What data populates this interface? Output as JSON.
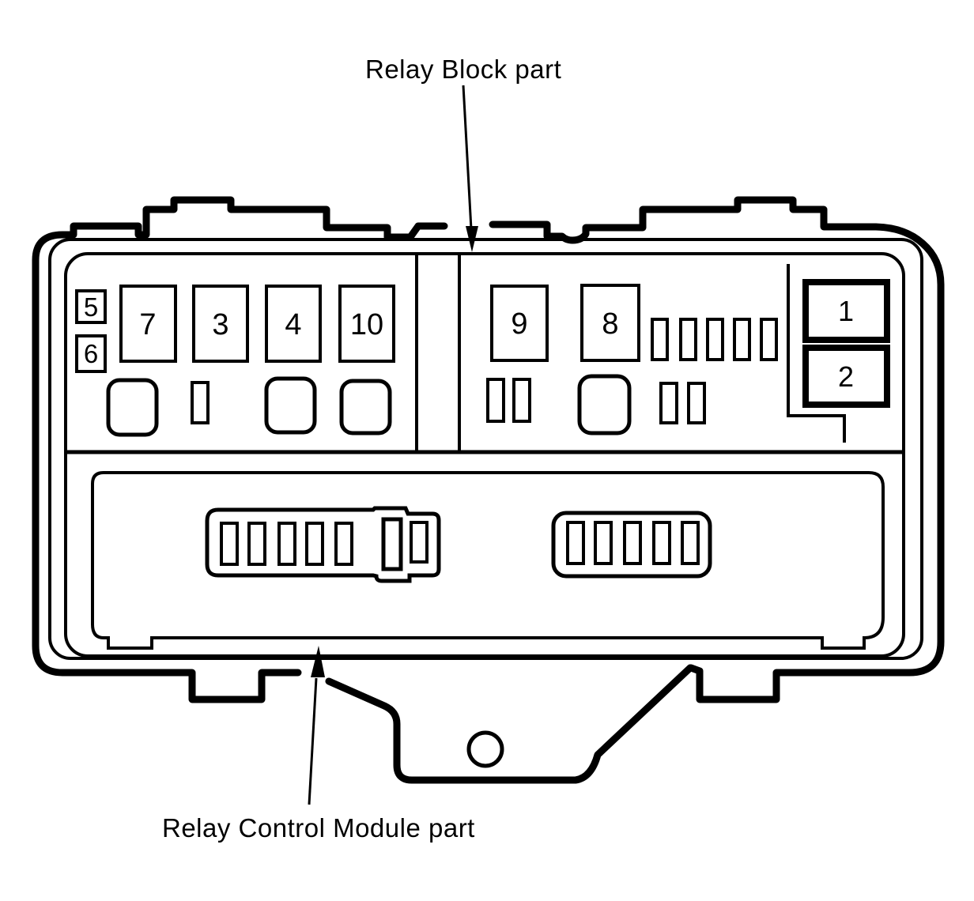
{
  "colors": {
    "line": "#000000",
    "background": "#ffffff"
  },
  "annotations": {
    "top_label": "Relay Block part",
    "bottom_label": "Relay Control Module part"
  },
  "relay_block": {
    "fuse_5": "5",
    "fuse_6": "6",
    "relay_7": "7",
    "relay_3": "3",
    "relay_4": "4",
    "relay_10": "10",
    "relay_9": "9",
    "relay_8": "8",
    "fuse_1": "1",
    "fuse_2": "2"
  }
}
